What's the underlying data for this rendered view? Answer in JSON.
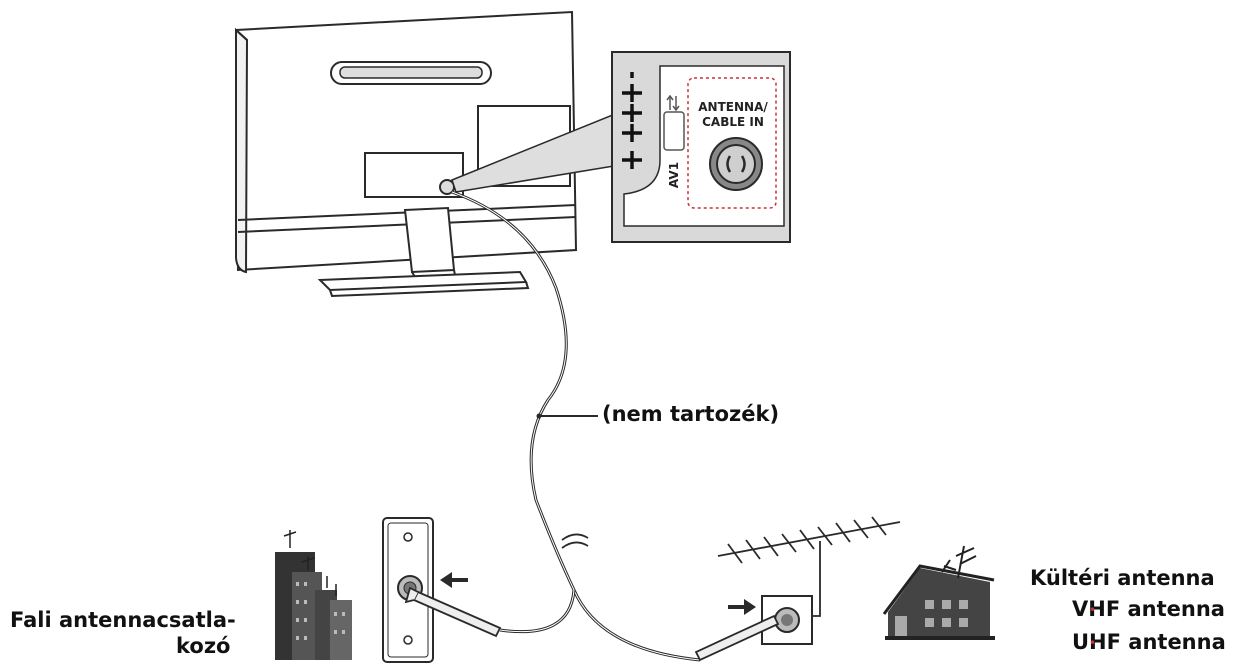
{
  "panel": {
    "port_label_line1": "ANTENNA/",
    "port_label_line2": "CABLE IN",
    "av_label": "AV1"
  },
  "labels": {
    "cable_note": "(nem tartozék)",
    "wall_socket_line1": "Fali antennacsatla-",
    "wall_socket_line2": "kozó",
    "outdoor_antenna": "Kültéri antenna",
    "vhf_antenna": "VHF antenna",
    "uhf_antenna": "UHF antenna"
  },
  "colors": {
    "line": "#2a2a2a",
    "panel_bg": "#e4e4e4",
    "dashed_box": "#c8323c",
    "fill_dark": "#555555"
  }
}
